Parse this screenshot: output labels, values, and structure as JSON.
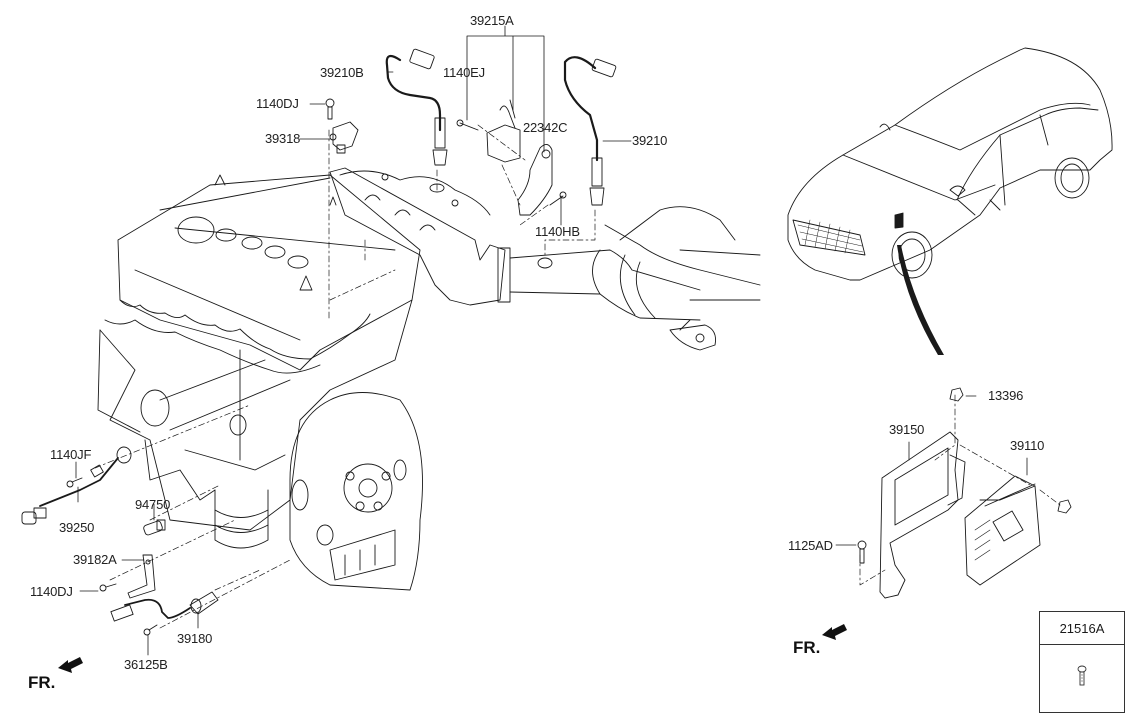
{
  "diagram": {
    "title": "Engine Electronic Control Parts",
    "front_indicator": "FR.",
    "part_labels": [
      {
        "id": "39215A",
        "text": "39215A"
      },
      {
        "id": "39210B",
        "text": "39210B"
      },
      {
        "id": "1140EJ",
        "text": "1140EJ"
      },
      {
        "id": "1140DJ-top",
        "text": "1140DJ"
      },
      {
        "id": "39318",
        "text": "39318"
      },
      {
        "id": "22342C",
        "text": "22342C"
      },
      {
        "id": "39210",
        "text": "39210"
      },
      {
        "id": "1140HB",
        "text": "1140HB"
      },
      {
        "id": "1140JF",
        "text": "1140JF"
      },
      {
        "id": "39250",
        "text": "39250"
      },
      {
        "id": "94750",
        "text": "94750"
      },
      {
        "id": "39182A",
        "text": "39182A"
      },
      {
        "id": "1140DJ-bottom",
        "text": "1140DJ"
      },
      {
        "id": "39180",
        "text": "39180"
      },
      {
        "id": "36125B",
        "text": "36125B"
      },
      {
        "id": "13396",
        "text": "13396"
      },
      {
        "id": "39150",
        "text": "39150"
      },
      {
        "id": "39110",
        "text": "39110"
      },
      {
        "id": "1125AD",
        "text": "1125AD"
      }
    ],
    "legend": {
      "part_number": "21516A",
      "icon": "bolt-icon"
    },
    "colors": {
      "line": "#1a1a1a",
      "background": "#ffffff"
    }
  }
}
